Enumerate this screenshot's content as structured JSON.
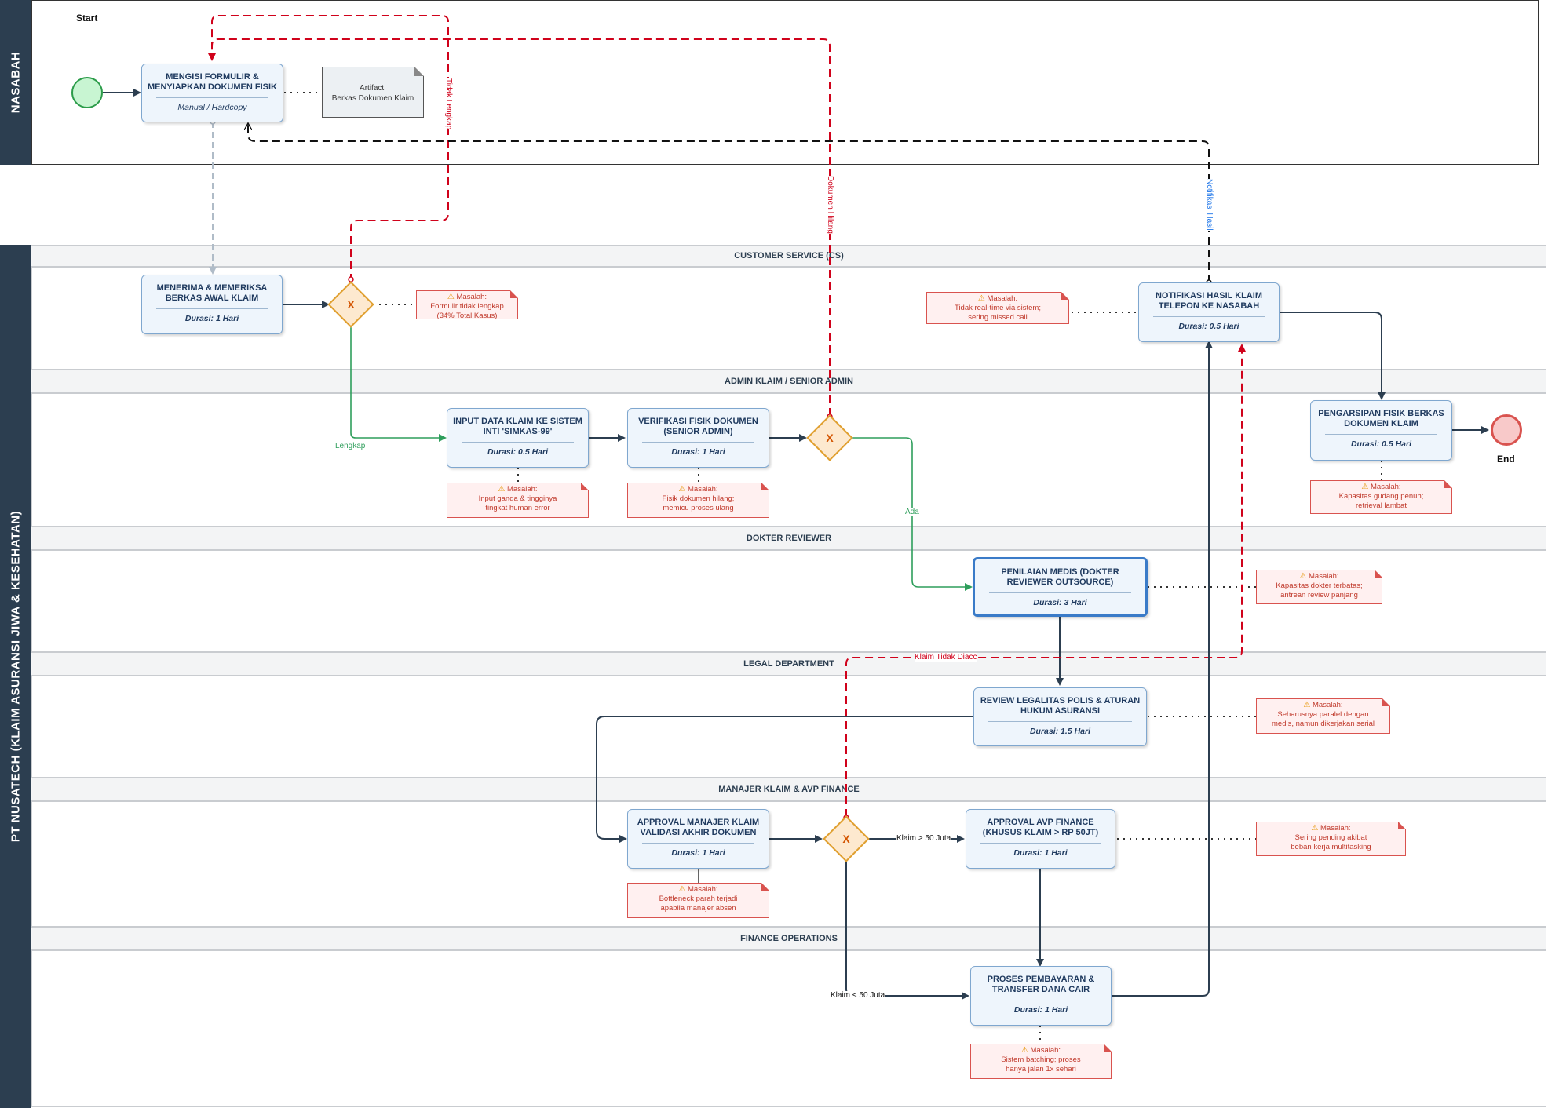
{
  "pools": {
    "nasabah": {
      "label": "NASABAH"
    },
    "company": {
      "label": "PT NUSATECH (KLAIM ASURANSI JIWA & KESEHATAN)"
    }
  },
  "lanes": {
    "cs": "CUSTOMER SERVICE (CS)",
    "admin": "ADMIN KLAIM / SENIOR ADMIN",
    "dokter": "DOKTER REVIEWER",
    "legal": "LEGAL DEPARTMENT",
    "manajer": "MANAJER KLAIM & AVP FINANCE",
    "finance": "FINANCE OPERATIONS"
  },
  "events": {
    "start_label": "Start",
    "end_label": "End"
  },
  "tasks": {
    "isi_formulir": {
      "title": "MENGISI FORMULIR & MENYIAPKAN DOKUMEN FISIK",
      "meta": "Manual / Hardcopy"
    },
    "terima": {
      "title": "MENERIMA & MEMERIKSA BERKAS AWAL KLAIM",
      "meta": "Durasi: 1 Hari"
    },
    "input": {
      "title": "INPUT DATA KLAIM KE SISTEM INTI 'SIMKAS-99'",
      "meta": "Durasi: 0.5 Hari"
    },
    "verifikasi": {
      "title": "VERIFIKASI FISIK DOKUMEN (SENIOR ADMIN)",
      "meta": "Durasi: 1 Hari"
    },
    "notifikasi": {
      "title": "NOTIFIKASI HASIL KLAIM TELEPON KE NASABAH",
      "meta": "Durasi: 0.5 Hari"
    },
    "pengarsipan": {
      "title": "PENGARSIPAN FISIK BERKAS DOKUMEN KLAIM",
      "meta": "Durasi: 0.5 Hari"
    },
    "penilaian": {
      "title": "PENILAIAN MEDIS (DOKTER REVIEWER OUTSOURCE)",
      "meta": "Durasi: 3 Hari"
    },
    "review": {
      "title": "REVIEW LEGALITAS POLIS & ATURAN HUKUM ASURANSI",
      "meta": "Durasi: 1.5 Hari"
    },
    "approval_mgr": {
      "title": "APPROVAL MANAJER KLAIM VALIDASI AKHIR DOKUMEN",
      "meta": "Durasi: 1 Hari"
    },
    "approval_avp": {
      "title": "APPROVAL AVP FINANCE (KHUSUS KLAIM > RP 50JT)",
      "meta": "Durasi: 1 Hari"
    },
    "pembayaran": {
      "title": "PROSES PEMBAYARAN & TRANSFER DANA CAIR",
      "meta": "Durasi: 1 Hari"
    }
  },
  "gateway_symbol": "X",
  "artifact": {
    "line1": "Artifact:",
    "line2": "Berkas Dokumen Klaim"
  },
  "notes": {
    "cs": {
      "title": "Masalah:",
      "lines": [
        "Formulir tidak lengkap",
        "(34% Total Kasus)"
      ]
    },
    "notif": {
      "title": "Masalah:",
      "lines": [
        "Tidak real-time via sistem;",
        "sering missed call"
      ]
    },
    "input": {
      "title": "Masalah:",
      "lines": [
        "Input ganda & tingginya",
        "tingkat human error"
      ]
    },
    "verifikasi": {
      "title": "Masalah:",
      "lines": [
        "Fisik dokumen hilang;",
        "memicu proses ulang"
      ]
    },
    "arsip": {
      "title": "Masalah:",
      "lines": [
        "Kapasitas gudang penuh;",
        "retrieval lambat"
      ]
    },
    "dokter": {
      "title": "Masalah:",
      "lines": [
        "Kapasitas dokter terbatas;",
        "antrean review panjang"
      ]
    },
    "legal": {
      "title": "Masalah:",
      "lines": [
        "Seharusnya paralel dengan",
        "medis, namun dikerjakan serial"
      ]
    },
    "avp": {
      "title": "Masalah:",
      "lines": [
        "Sering pending akibat",
        "beban kerja multitasking"
      ]
    },
    "mgr": {
      "title": "Masalah:",
      "lines": [
        "Bottleneck parah terjadi",
        "apabila manajer absen"
      ]
    },
    "finance": {
      "title": "Masalah:",
      "lines": [
        "Sistem batching; proses",
        "hanya jalan 1x sehari"
      ]
    }
  },
  "flow_labels": {
    "lengkap": "Lengkap",
    "ada": "Ada",
    "tidak_lengkap": "Tidak Lengkap",
    "dokumen_hilang": "Dokumen Hilang",
    "notifikasi_hasil": "Notifikasi Hasil",
    "klaim_tidak_diacc": "Klaim Tidak Diacc",
    "klaim_gt_50": "Klaim > 50 Juta",
    "klaim_lt_50": "Klaim < 50 Juta"
  },
  "colors": {
    "pool_header": "#2c3e50",
    "task_fill": "#eef5fc",
    "task_border": "#7fa7cf",
    "gateway_fill": "#fde9cf",
    "gateway_border": "#e0a030",
    "flow": "#2c3e50",
    "flow_positive": "#2e9e5b",
    "flow_reject": "#d0021b",
    "notification_label": "#1a73e8",
    "problem_border": "#d9534f"
  }
}
